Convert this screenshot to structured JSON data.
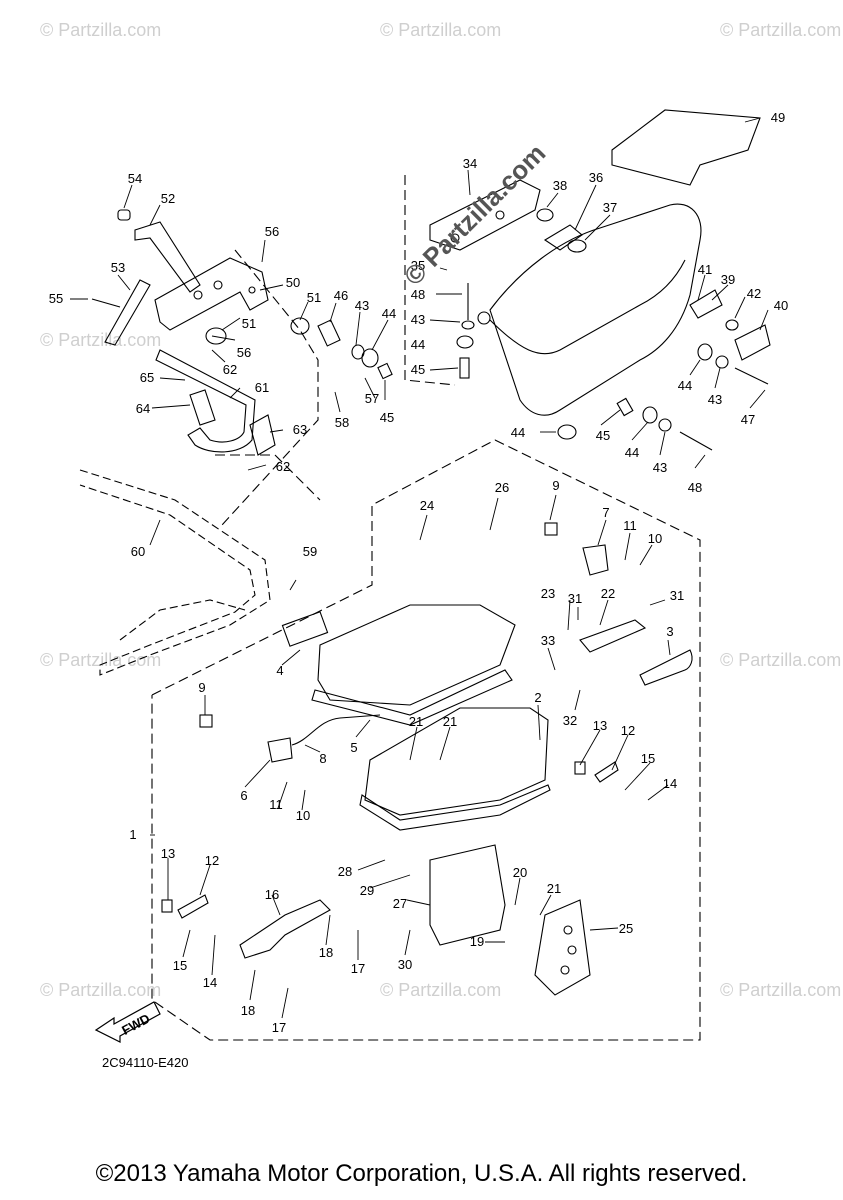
{
  "diagram": {
    "drawing_code": "2C94110-E420",
    "copyright": "©2013 Yamaha Motor Corporation, U.S.A. All rights reserved.",
    "watermark_main": "© Partzilla.com",
    "watermark_repeat": "© Partzilla.com",
    "fwd_label": "FWD",
    "line_color": "#000000",
    "watermark_color": "#cfcfcf"
  },
  "callouts": {
    "c1": "1",
    "c2": "2",
    "c4": "4",
    "c5": "5",
    "c6": "6",
    "c7": "7",
    "c8": "8",
    "c9a": "9",
    "c9b": "9",
    "c10a": "10",
    "c10b": "10",
    "c11a": "11",
    "c11b": "11",
    "c12a": "12",
    "c12b": "12",
    "c13a": "13",
    "c13b": "13",
    "c14a": "14",
    "c14b": "14",
    "c15a": "15",
    "c15b": "15",
    "c16": "16",
    "c17a": "17",
    "c17b": "17",
    "c18a": "18",
    "c18b": "18",
    "c19": "19",
    "c20": "20",
    "c21a": "21",
    "c21b": "21",
    "c22": "22",
    "c23": "23",
    "c24": "24",
    "c25": "25",
    "c26": "26",
    "c27": "27",
    "c28": "28",
    "c29": "29",
    "c30": "30",
    "c31a": "31",
    "c31b": "31",
    "c32": "32",
    "c33": "33",
    "c3": "3",
    "c34": "34",
    "c35": "35",
    "c36": "36",
    "c37": "37",
    "c38": "38",
    "c39": "39",
    "c40": "40",
    "c41": "41",
    "c42": "42",
    "c43a": "43",
    "c43b": "43",
    "c43c": "43",
    "c43d": "43",
    "c44a": "44",
    "c44b": "44",
    "c44c": "44",
    "c44d": "44",
    "c44e": "44",
    "c45a": "45",
    "c45b": "45",
    "c45c": "45",
    "c46": "46",
    "c47": "47",
    "c48a": "48",
    "c48b": "48",
    "c49": "49",
    "c50": "50",
    "c51a": "51",
    "c51b": "51",
    "c52": "52",
    "c53": "53",
    "c54": "54",
    "c55": "55",
    "c56a": "56",
    "c56b": "56",
    "c57": "57",
    "c58": "58",
    "c59": "59",
    "c60": "60",
    "c61": "61",
    "c62a": "62",
    "c62b": "62",
    "c63": "63",
    "c64": "64",
    "c65": "65"
  }
}
